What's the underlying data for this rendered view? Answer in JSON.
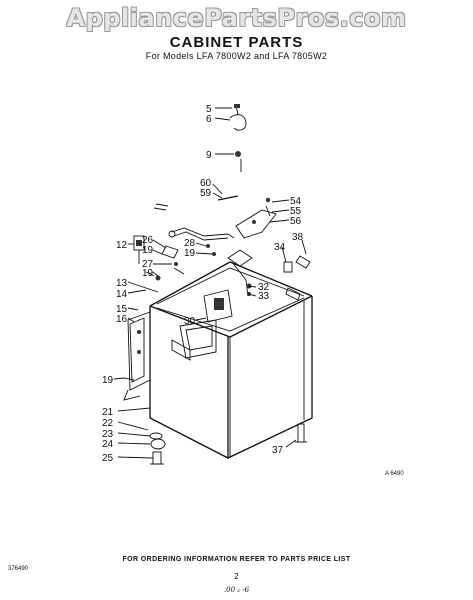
{
  "watermark": "AppliancePartsPros.com",
  "title": "CABINET PARTS",
  "subtitle": "For Models LFA 7800W2 and LFA 7805W2",
  "callouts": [
    "5",
    "6",
    "9",
    "60",
    "59",
    "54",
    "55",
    "56",
    "38",
    "34",
    "12",
    "26",
    "19",
    "28",
    "19",
    "27",
    "19",
    "13",
    "14",
    "32",
    "33",
    "15",
    "16",
    "30",
    "19",
    "21",
    "22",
    "23",
    "24",
    "25",
    "37"
  ],
  "figure_ref": "A 6490",
  "footer_note": "FOR ORDERING INFORMATION REFER TO PARTS PRICE LIST",
  "page_number": "2",
  "doc_number": "376490",
  "bottom_mark": ".00 ₂ -6"
}
